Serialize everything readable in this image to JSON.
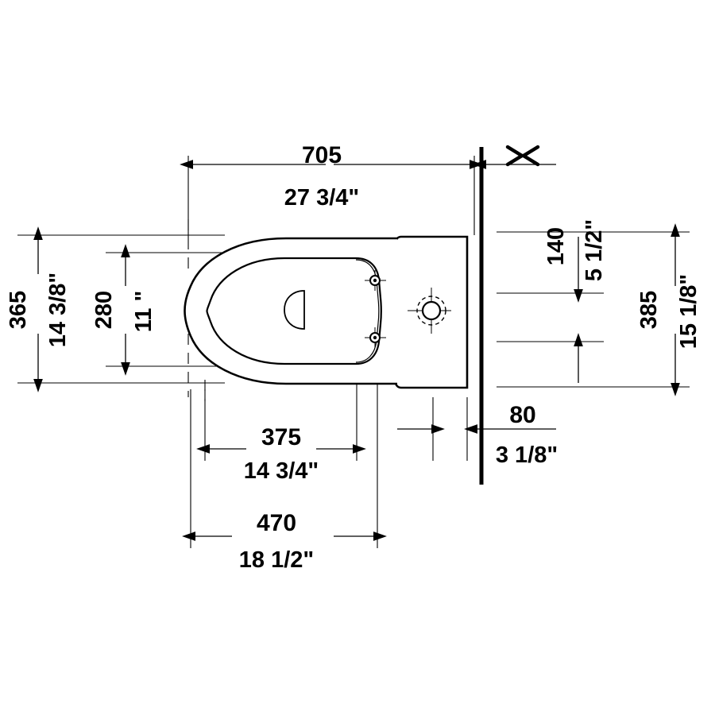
{
  "drawing": {
    "type": "technical-dimension-drawing",
    "subject": "one-piece toilet, plan view",
    "view": "top view with wall at right",
    "units": {
      "primary": "mm",
      "secondary": "inch"
    },
    "line_color": "#000000",
    "background": "#ffffff"
  },
  "dimensions": {
    "overall_length": {
      "name": "overall-length",
      "metric": "705",
      "imperial": "27 3/4\"",
      "orientation": "horizontal",
      "position": "top"
    },
    "bowl_width": {
      "name": "bowl-outer-width",
      "metric": "365",
      "imperial": "14 3/8\"",
      "orientation": "vertical",
      "position": "left-outer"
    },
    "seat_width": {
      "name": "bowl-inner-width",
      "metric": "280",
      "imperial": "11 \"",
      "orientation": "vertical",
      "position": "left-inner"
    },
    "wall_to_bolt": {
      "name": "wall-to-bolt-offset",
      "metric": "140",
      "imperial": "5 1/2\"",
      "orientation": "vertical",
      "position": "right-inner"
    },
    "cistern_height": {
      "name": "cistern-width",
      "metric": "385",
      "imperial": "15 1/8\"",
      "orientation": "vertical",
      "position": "right-outer"
    },
    "bowl_to_bolts": {
      "name": "front-to-bolt-centers",
      "metric": "375",
      "imperial": "14 3/4\"",
      "orientation": "horizontal",
      "position": "bottom-upper"
    },
    "wall_gap": {
      "name": "wall-clearance",
      "metric": "80",
      "imperial": "3 1/8\"",
      "orientation": "horizontal",
      "position": "bottom-right"
    },
    "bowl_length": {
      "name": "bowl-length",
      "metric": "470",
      "imperial": "18 1/2\"",
      "orientation": "horizontal",
      "position": "bottom-lower"
    }
  },
  "features": {
    "bowl_outline": "toilet-bowl-outer-rim",
    "seat_opening": "bowl-inner-rim",
    "bowl_detail": "bowl-water-spot",
    "cistern": "cistern-body",
    "flush_button": "flush-button-circle",
    "bolt_holes": [
      "fixing-bolt-upper",
      "fixing-bolt-lower"
    ],
    "wall": "wall-line",
    "break_symbol": "break-symbol"
  }
}
